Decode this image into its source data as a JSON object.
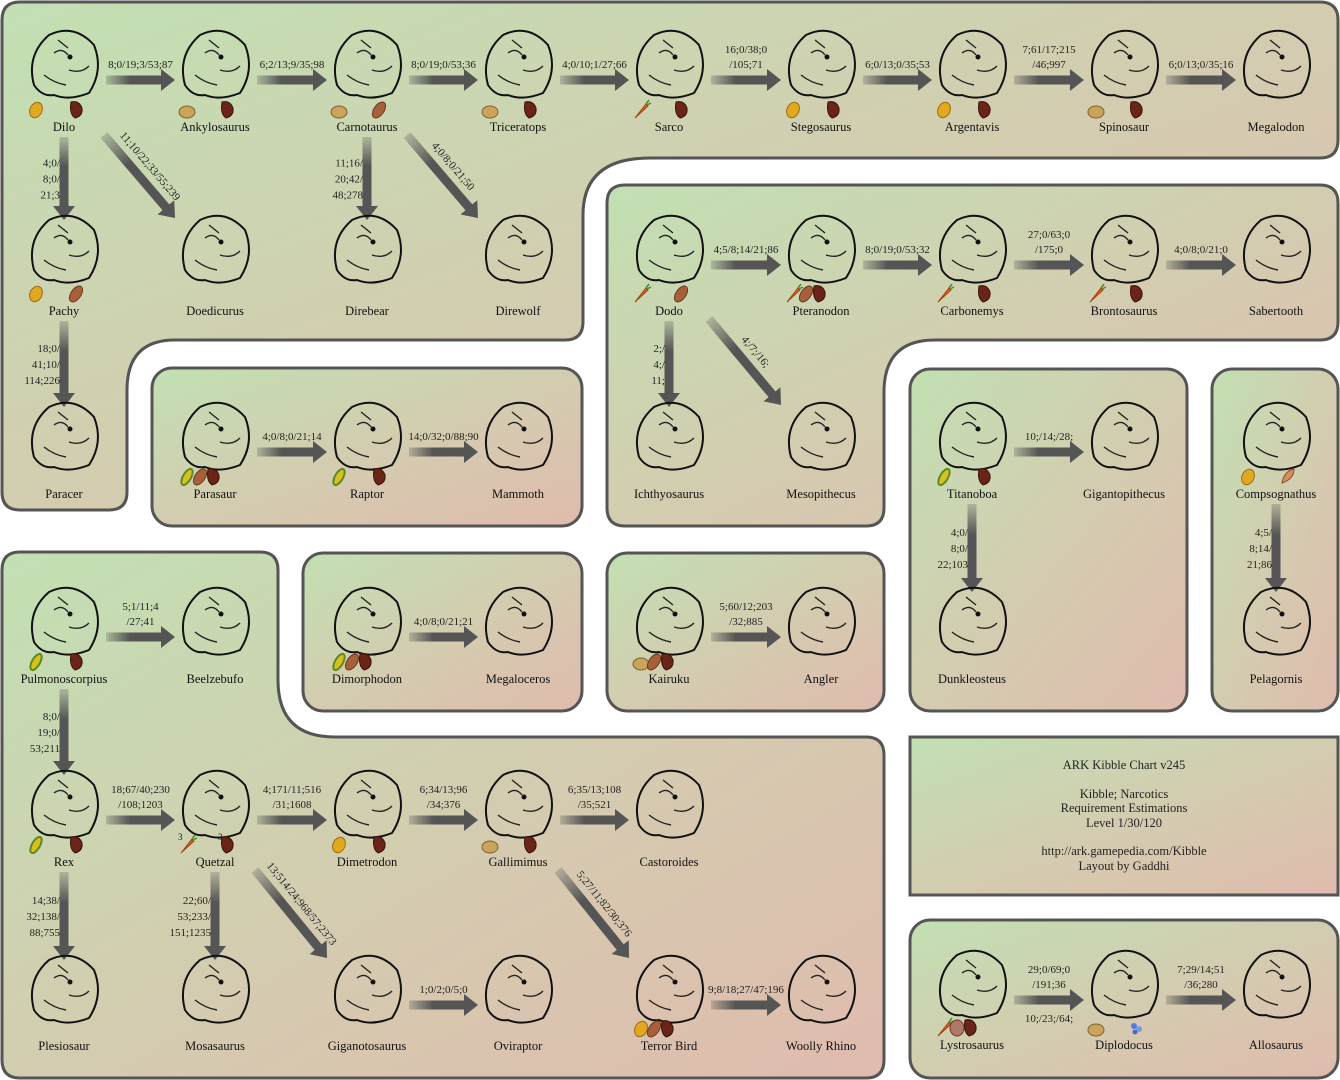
{
  "info": {
    "title": "ARK Kibble Chart v245",
    "line1": "Kibble; Narcotics",
    "line2": "Requirement Estimations",
    "line3": "Level 1/30/120",
    "url": "http://ark.gamepedia.com/Kibble",
    "credit": "Layout by Gaddhi"
  },
  "colors": {
    "panel_left": "#c2e0b3",
    "panel_right": "#e0bcae",
    "arrow": "#555555",
    "border": "#555555"
  },
  "nodes": [
    {
      "id": "dilo",
      "name": "Dilo",
      "ingredients": [
        {
          "icon": "citronal-icon"
        },
        {
          "icon": "jerky-icon"
        }
      ]
    },
    {
      "id": "ankylo",
      "name": "Ankylosaurus",
      "ingredients": [
        {
          "icon": "savoroot-icon"
        },
        {
          "icon": "jerky-icon"
        }
      ]
    },
    {
      "id": "carno",
      "name": "Carnotaurus",
      "ingredients": [
        {
          "icon": "savoroot-icon"
        },
        {
          "icon": "pod-icon"
        }
      ]
    },
    {
      "id": "trike",
      "name": "Triceratops",
      "ingredients": [
        {
          "icon": "savoroot-icon"
        },
        {
          "icon": "jerky-icon"
        }
      ]
    },
    {
      "id": "sarco",
      "name": "Sarco",
      "ingredients": [
        {
          "icon": "rockarrot-icon"
        },
        {
          "icon": "jerky-icon"
        }
      ]
    },
    {
      "id": "stego",
      "name": "Stegosaurus",
      "ingredients": [
        {
          "icon": "citronal-icon"
        },
        {
          "icon": "jerky-icon"
        }
      ]
    },
    {
      "id": "argent",
      "name": "Argentavis",
      "ingredients": [
        {
          "icon": "citronal-icon"
        },
        {
          "icon": "jerky-icon"
        }
      ]
    },
    {
      "id": "spino",
      "name": "Spinosaur",
      "ingredients": [
        {
          "icon": "savoroot-icon"
        },
        {
          "icon": "jerky-icon"
        }
      ]
    },
    {
      "id": "megalodon",
      "name": "Megalodon",
      "ingredients": []
    },
    {
      "id": "pachy",
      "name": "Pachy",
      "ingredients": [
        {
          "icon": "citronal-icon"
        },
        {
          "icon": "pod-icon"
        }
      ]
    },
    {
      "id": "doed",
      "name": "Doedicurus",
      "ingredients": []
    },
    {
      "id": "direbear",
      "name": "Direbear",
      "ingredients": []
    },
    {
      "id": "direwolf",
      "name": "Direwolf",
      "ingredients": []
    },
    {
      "id": "paracer",
      "name": "Paracer",
      "ingredients": []
    },
    {
      "id": "dodo",
      "name": "Dodo",
      "ingredients": [
        {
          "icon": "rockarrot-icon"
        },
        {
          "icon": "pod-icon"
        }
      ]
    },
    {
      "id": "ptera",
      "name": "Pteranodon",
      "ingredients": [
        {
          "icon": "rockarrot-icon"
        },
        {
          "icon": "pod-icon"
        },
        {
          "icon": "jerky-icon"
        }
      ]
    },
    {
      "id": "carbo",
      "name": "Carbonemys",
      "ingredients": [
        {
          "icon": "rockarrot-icon"
        },
        {
          "icon": "jerky-icon"
        }
      ]
    },
    {
      "id": "bronto",
      "name": "Brontosaurus",
      "ingredients": [
        {
          "icon": "rockarrot-icon"
        },
        {
          "icon": "jerky-icon"
        }
      ]
    },
    {
      "id": "saber",
      "name": "Sabertooth",
      "ingredients": []
    },
    {
      "id": "ichthy",
      "name": "Ichthyosaurus",
      "ingredients": []
    },
    {
      "id": "meso",
      "name": "Mesopithecus",
      "ingredients": []
    },
    {
      "id": "parasaur",
      "name": "Parasaur",
      "ingredients": [
        {
          "icon": "longrass-icon"
        },
        {
          "icon": "pod-icon"
        },
        {
          "icon": "jerky-icon"
        }
      ]
    },
    {
      "id": "raptor",
      "name": "Raptor",
      "ingredients": [
        {
          "icon": "longrass-icon"
        },
        {
          "icon": "jerky-icon"
        }
      ]
    },
    {
      "id": "mammoth",
      "name": "Mammoth",
      "ingredients": []
    },
    {
      "id": "titano",
      "name": "Titanoboa",
      "ingredients": [
        {
          "icon": "longrass-icon"
        },
        {
          "icon": "jerky-icon"
        }
      ]
    },
    {
      "id": "giganto",
      "name": "Gigantopithecus",
      "ingredients": []
    },
    {
      "id": "dunkle",
      "name": "Dunkleosteus",
      "ingredients": []
    },
    {
      "id": "compy",
      "name": "Compsognathus",
      "ingredients": [
        {
          "icon": "citronal-icon"
        },
        {
          "icon": "shell-icon"
        }
      ]
    },
    {
      "id": "pela",
      "name": "Pelagornis",
      "ingredients": []
    },
    {
      "id": "pulmo",
      "name": "Pulmonoscorpius",
      "ingredients": [
        {
          "icon": "longrass-icon"
        },
        {
          "icon": "jerky-icon"
        }
      ]
    },
    {
      "id": "beelz",
      "name": "Beelzebufo",
      "ingredients": []
    },
    {
      "id": "dimorph",
      "name": "Dimorphodon",
      "ingredients": [
        {
          "icon": "longrass-icon"
        },
        {
          "icon": "pod-icon"
        },
        {
          "icon": "jerky-icon"
        }
      ]
    },
    {
      "id": "megaloc",
      "name": "Megaloceros",
      "ingredients": []
    },
    {
      "id": "kairuku",
      "name": "Kairuku",
      "ingredients": [
        {
          "icon": "savoroot-icon"
        },
        {
          "icon": "pod-icon"
        },
        {
          "icon": "jerky-icon"
        }
      ]
    },
    {
      "id": "angler",
      "name": "Angler",
      "ingredients": []
    },
    {
      "id": "rex",
      "name": "Rex",
      "ingredients": [
        {
          "icon": "longrass-icon"
        },
        {
          "icon": "jerky-icon"
        }
      ]
    },
    {
      "id": "quetz",
      "name": "Quetzal",
      "ingredients": [
        {
          "icon": "rockarrot-icon",
          "count": "3"
        },
        {
          "icon": "jerky-icon",
          "count": "3"
        }
      ]
    },
    {
      "id": "dimetro",
      "name": "Dimetrodon",
      "ingredients": [
        {
          "icon": "citronal-icon"
        },
        {
          "icon": "jerky-icon"
        }
      ]
    },
    {
      "id": "galli",
      "name": "Gallimimus",
      "ingredients": [
        {
          "icon": "savoroot-icon"
        },
        {
          "icon": "jerky-icon"
        }
      ]
    },
    {
      "id": "castor",
      "name": "Castoroides",
      "ingredients": []
    },
    {
      "id": "plesio",
      "name": "Plesiosaur",
      "ingredients": []
    },
    {
      "id": "mosa",
      "name": "Mosasaurus",
      "ingredients": []
    },
    {
      "id": "giga",
      "name": "Giganotosaurus",
      "ingredients": []
    },
    {
      "id": "ovi",
      "name": "Oviraptor",
      "ingredients": []
    },
    {
      "id": "terror",
      "name": "Terror Bird",
      "ingredients": [
        {
          "icon": "citronal-icon"
        },
        {
          "icon": "pod-icon"
        },
        {
          "icon": "jerky-icon"
        }
      ]
    },
    {
      "id": "rhino",
      "name": "Woolly Rhino",
      "ingredients": []
    },
    {
      "id": "lystro",
      "name": "Lystrosaurus",
      "ingredients": [
        {
          "icon": "rockarrot-icon"
        },
        {
          "icon": "raw-meat-icon"
        },
        {
          "icon": "jerky-icon"
        }
      ]
    },
    {
      "id": "diplo",
      "name": "Diplodocus",
      "ingredients": [
        {
          "icon": "savoroot-icon"
        },
        {
          "icon": "rare-flower-icon"
        }
      ]
    },
    {
      "id": "allo",
      "name": "Allosaurus",
      "ingredients": []
    }
  ],
  "edges": [
    {
      "from": "dilo",
      "to": "ankylo",
      "label": [
        "8;0/19;3/53;87"
      ]
    },
    {
      "from": "ankylo",
      "to": "carno",
      "label": [
        "6;2/13;9/35;98"
      ]
    },
    {
      "from": "carno",
      "to": "trike",
      "label": [
        "8;0/19;0/53;36"
      ]
    },
    {
      "from": "trike",
      "to": "sarco",
      "label": [
        "4;0/10;1/27;66"
      ]
    },
    {
      "from": "sarco",
      "to": "stego",
      "label": [
        "16;0/38;0",
        "/105;71"
      ]
    },
    {
      "from": "stego",
      "to": "argent",
      "label": [
        "6;0/13;0/35;53"
      ]
    },
    {
      "from": "argent",
      "to": "spino",
      "label": [
        "7;61/17;215",
        "/46;997"
      ]
    },
    {
      "from": "spino",
      "to": "megalodon",
      "label": [
        "6;0/13;0/35;16"
      ]
    },
    {
      "from": "dilo",
      "to": "pachy",
      "label": [
        "4;0/",
        "8;0/",
        "21;3"
      ]
    },
    {
      "from": "dilo",
      "to": "doed",
      "label": [
        "11;10/22;33/55;239"
      ]
    },
    {
      "from": "carno",
      "to": "direbear",
      "label": [
        "11;16/",
        "20;42/",
        "48;278"
      ]
    },
    {
      "from": "carno",
      "to": "direwolf",
      "label": [
        "4;0/8;0/21;50"
      ]
    },
    {
      "from": "pachy",
      "to": "paracer",
      "label": [
        "18;0/",
        "41;10/",
        "114;226"
      ]
    },
    {
      "from": "dodo",
      "to": "ptera",
      "label": [
        "4;5/8;14/21;86"
      ]
    },
    {
      "from": "ptera",
      "to": "carbo",
      "label": [
        "8;0/19;0/53;32"
      ]
    },
    {
      "from": "carbo",
      "to": "bronto",
      "label": [
        "27;0/63;0",
        "/175;0"
      ]
    },
    {
      "from": "bronto",
      "to": "saber",
      "label": [
        "4;0/8;0/21;0"
      ]
    },
    {
      "from": "dodo",
      "to": "ichthy",
      "label": [
        "2;/",
        "4;/",
        "11;"
      ]
    },
    {
      "from": "dodo",
      "to": "meso",
      "label": [
        "4;/7;/16;"
      ]
    },
    {
      "from": "parasaur",
      "to": "raptor",
      "label": [
        "4;0/8;0/21;14"
      ]
    },
    {
      "from": "raptor",
      "to": "mammoth",
      "label": [
        "14;0/32;0/88;90"
      ]
    },
    {
      "from": "titano",
      "to": "giganto",
      "label": [
        "10;/14;/28;"
      ]
    },
    {
      "from": "titano",
      "to": "dunkle",
      "label": [
        "4;0/",
        "8;0/",
        "22;103"
      ]
    },
    {
      "from": "compy",
      "to": "pela",
      "label": [
        "4;5/",
        "8;14/",
        "21;86"
      ]
    },
    {
      "from": "pulmo",
      "to": "beelz",
      "label": [
        "5;1/11;4",
        "/27;41"
      ]
    },
    {
      "from": "pulmo",
      "to": "rex",
      "label": [
        "8;0/",
        "19;0/",
        "53;211"
      ]
    },
    {
      "from": "dimorph",
      "to": "megaloc",
      "label": [
        "4;0/8;0/21;21"
      ]
    },
    {
      "from": "kairuku",
      "to": "angler",
      "label": [
        "5;60/12;203",
        "/32;885"
      ]
    },
    {
      "from": "rex",
      "to": "quetz",
      "label": [
        "18;67/40;230",
        "/108;1203"
      ]
    },
    {
      "from": "quetz",
      "to": "dimetro",
      "label": [
        "4;171/11;516",
        "/31;1608"
      ]
    },
    {
      "from": "dimetro",
      "to": "galli",
      "label": [
        "6;34/13;96",
        "/34;376"
      ]
    },
    {
      "from": "galli",
      "to": "castor",
      "label": [
        "6;35/13;108",
        "/35;521"
      ]
    },
    {
      "from": "rex",
      "to": "plesio",
      "label": [
        "14;38/",
        "32;138/",
        "88;755"
      ]
    },
    {
      "from": "quetz",
      "to": "mosa",
      "label": [
        "22;60/",
        "53;233/",
        "151;1235"
      ]
    },
    {
      "from": "quetz",
      "to": "giga",
      "label": [
        "13;514/24;968/57;2373"
      ]
    },
    {
      "from": "giga",
      "to": "ovi",
      "label": [
        "1;0/2;0/5;0"
      ]
    },
    {
      "from": "galli",
      "to": "terror",
      "label": [
        "5;27/11;82/30;376"
      ]
    },
    {
      "from": "terror",
      "to": "rhino",
      "label": [
        "9;8/18;27/47;196"
      ]
    },
    {
      "from": "lystro",
      "to": "diplo",
      "label": [
        "29;0/69;0",
        "/191;36"
      ],
      "sublabel": "10;/23;/64;"
    },
    {
      "from": "diplo",
      "to": "allo",
      "label": [
        "7;29/14;51",
        "/36;280"
      ]
    }
  ]
}
